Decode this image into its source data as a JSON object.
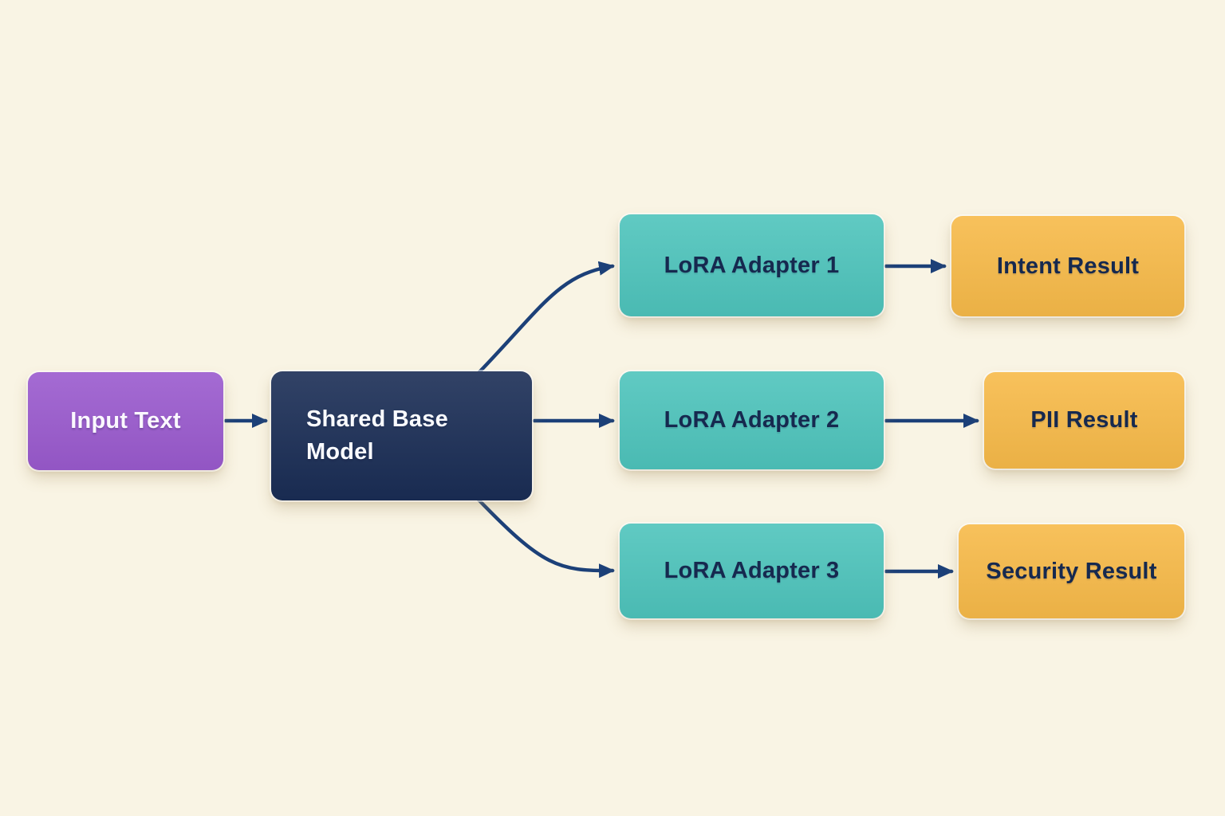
{
  "canvas": {
    "background": "#f9f4e4"
  },
  "nodes": {
    "input": {
      "label": "Input Text",
      "fill": "#9a5ace",
      "text_color": "#fbf8ff"
    },
    "base": {
      "label": "Shared Base Model",
      "fill": "#1a2d55",
      "text_color": "#fafbff"
    },
    "adapter1": {
      "label": "LoRA Adapter 1",
      "fill": "#4ec4bc",
      "text_color": "#16294f"
    },
    "adapter2": {
      "label": "LoRA Adapter 2",
      "fill": "#4ec4bc",
      "text_color": "#16294f"
    },
    "adapter3": {
      "label": "LoRA Adapter 3",
      "fill": "#4ec4bc",
      "text_color": "#16294f"
    },
    "intent": {
      "label": "Intent Result",
      "fill": "#f7ba49",
      "text_color": "#16294f"
    },
    "pii": {
      "label": "PII Result",
      "fill": "#f7ba49",
      "text_color": "#16294f"
    },
    "security": {
      "label": "Security Result",
      "fill": "#f7ba49",
      "text_color": "#16294f"
    }
  },
  "edges": {
    "color": "#1c4078",
    "list": [
      {
        "from": "input",
        "to": "base"
      },
      {
        "from": "base",
        "to": "adapter1"
      },
      {
        "from": "base",
        "to": "adapter2"
      },
      {
        "from": "base",
        "to": "adapter3"
      },
      {
        "from": "adapter1",
        "to": "intent"
      },
      {
        "from": "adapter2",
        "to": "pii"
      },
      {
        "from": "adapter3",
        "to": "security"
      }
    ]
  }
}
